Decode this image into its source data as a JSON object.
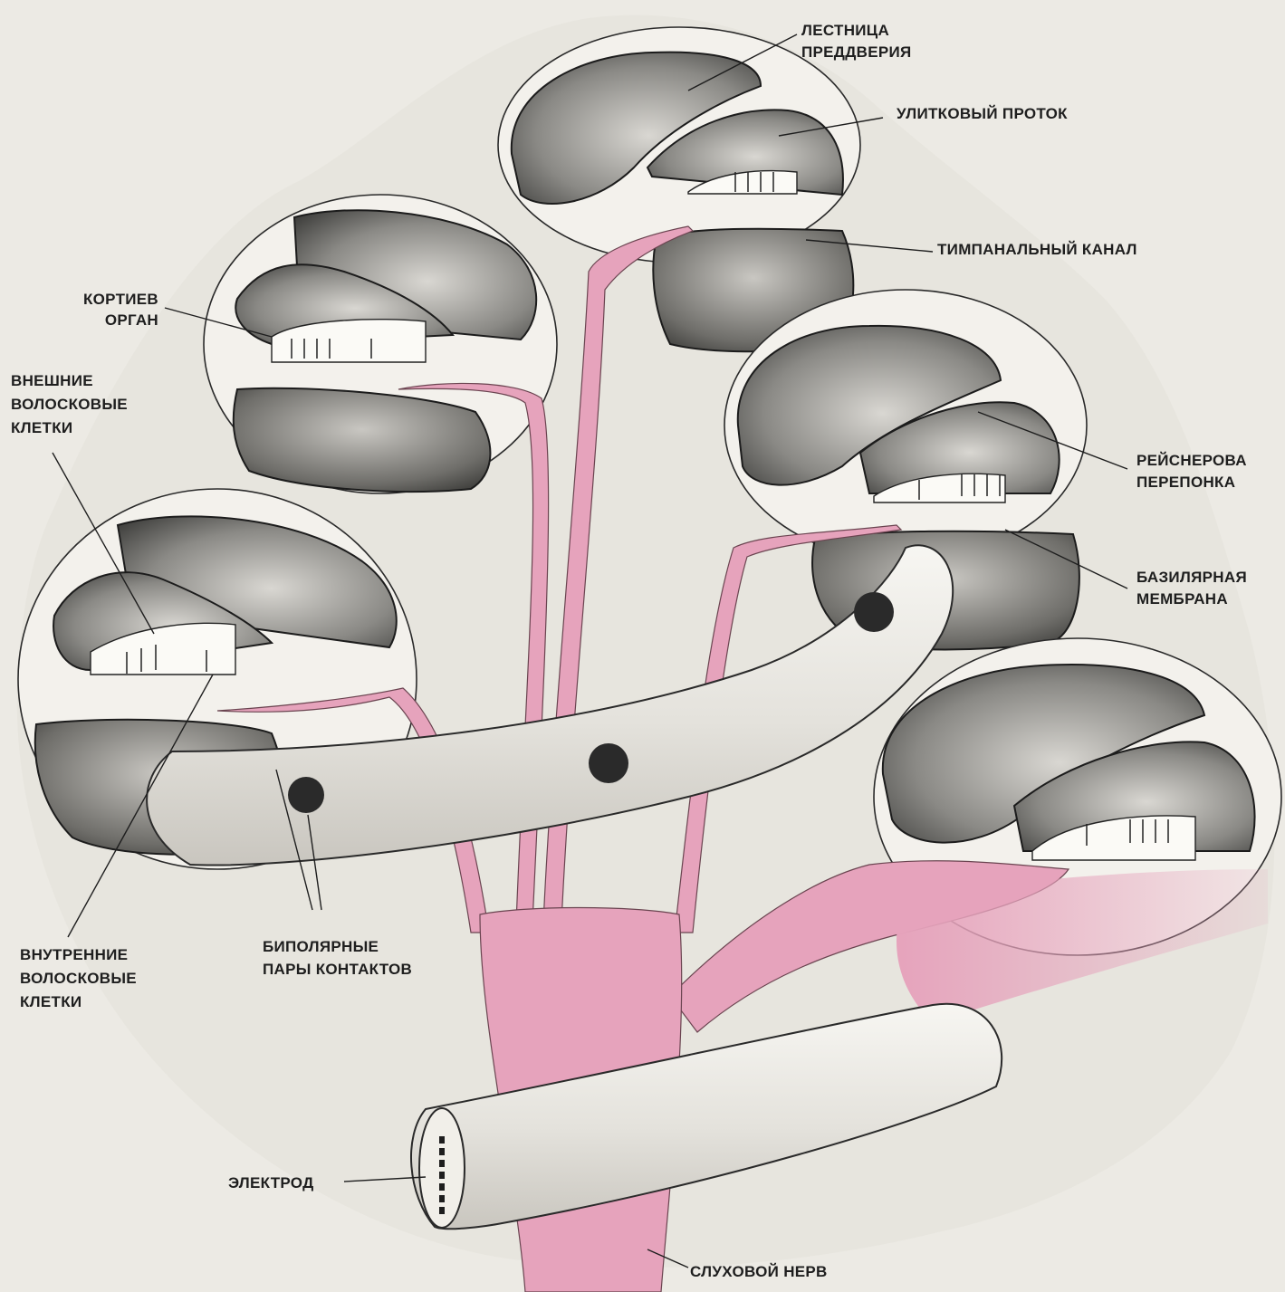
{
  "labels": {
    "scala_vestibuli_line1": "ЛЕСТНИЦА",
    "scala_vestibuli_line2": "ПРЕДДВЕРИЯ",
    "cochlear_duct": "УЛИТКОВЫЙ ПРОТОК",
    "tympanic_canal": "ТИМПАНАЛЬНЫЙ КАНАЛ",
    "organ_of_corti_line1": "КОРТИЕВ",
    "organ_of_corti_line2": "ОРГАН",
    "outer_hair_cells_line1": "ВНЕШНИЕ",
    "outer_hair_cells_line2": "ВОЛОСКОВЫЕ",
    "outer_hair_cells_line3": "КЛЕТКИ",
    "reissner_membrane_line1": "РЕЙСНЕРОВА",
    "reissner_membrane_line2": "ПЕРЕПОНКА",
    "basilar_membrane_line1": "БАЗИЛЯРНАЯ",
    "basilar_membrane_line2": "МЕМБРАНА",
    "inner_hair_cells_line1": "ВНУТРЕННИЕ",
    "inner_hair_cells_line2": "ВОЛОСКОВЫЕ",
    "inner_hair_cells_line3": "КЛЕТКИ",
    "bipolar_contacts_line1": "БИПОЛЯРНЫЕ",
    "bipolar_contacts_line2": "ПАРЫ КОНТАКТОВ",
    "electrode": "ЭЛЕКТРОД",
    "auditory_nerve": "СЛУХОВОЙ НЕРВ"
  },
  "colors": {
    "background": "#eceae4",
    "nerve_pink": "#e6a3bc",
    "ink": "#1e1e1e"
  }
}
